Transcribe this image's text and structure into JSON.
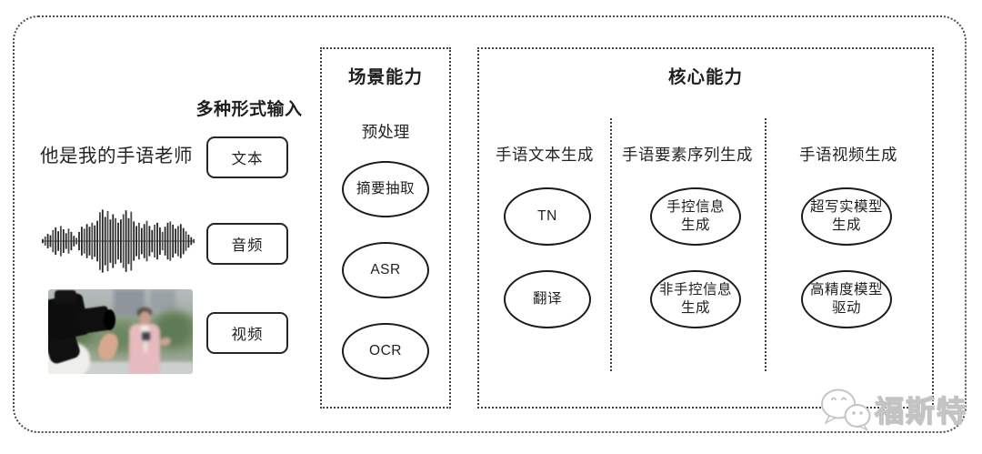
{
  "input_section": {
    "title": "多种形式输入",
    "sample_text": "他是我的手语老师",
    "items": [
      {
        "label": "文本"
      },
      {
        "label": "音频"
      },
      {
        "label": "视频"
      }
    ]
  },
  "scene_box": {
    "title": "场景能力",
    "subtitle": "预处理",
    "ovals": [
      "摘要抽取",
      "ASR",
      "OCR"
    ]
  },
  "core_box": {
    "title": "核心能力",
    "columns": [
      {
        "header": "手语文本生成",
        "ovals": [
          "TN",
          "翻译"
        ]
      },
      {
        "header": "手语要素序列生成",
        "ovals": [
          "手控信息\n生成",
          "非手控信息\n生成"
        ]
      },
      {
        "header": "手语视频生成",
        "ovals": [
          "超写实模型\n生成",
          "高精度模型\n驱动"
        ]
      }
    ]
  },
  "watermark": {
    "text": "福斯特",
    "logo": "chat-bubbles-icon"
  },
  "colors": {
    "line": "#1b1b1b",
    "dotted_border": "#4d4d4d",
    "watermark_gray": "#c3c3c3",
    "background": "#ffffff"
  },
  "waveform": {
    "amplitudes": [
      0.06,
      0.14,
      0.22,
      0.18,
      0.34,
      0.42,
      0.3,
      0.46,
      0.36,
      0.24,
      0.38,
      0.28,
      0.16,
      0.1,
      0.28,
      0.44,
      0.38,
      0.52,
      0.44,
      0.56,
      0.48,
      0.62,
      0.88,
      0.96,
      0.74,
      0.92,
      0.66,
      0.82,
      0.7,
      0.56,
      0.66,
      0.82,
      0.94,
      0.7,
      0.9,
      0.6,
      0.46,
      0.56,
      0.4,
      0.52,
      0.62,
      0.46,
      0.34,
      0.5,
      0.56,
      0.42,
      0.28,
      0.44,
      0.56,
      0.6,
      0.5,
      0.38,
      0.46,
      0.52,
      0.4,
      0.3,
      0.2,
      0.12,
      0.06
    ]
  }
}
